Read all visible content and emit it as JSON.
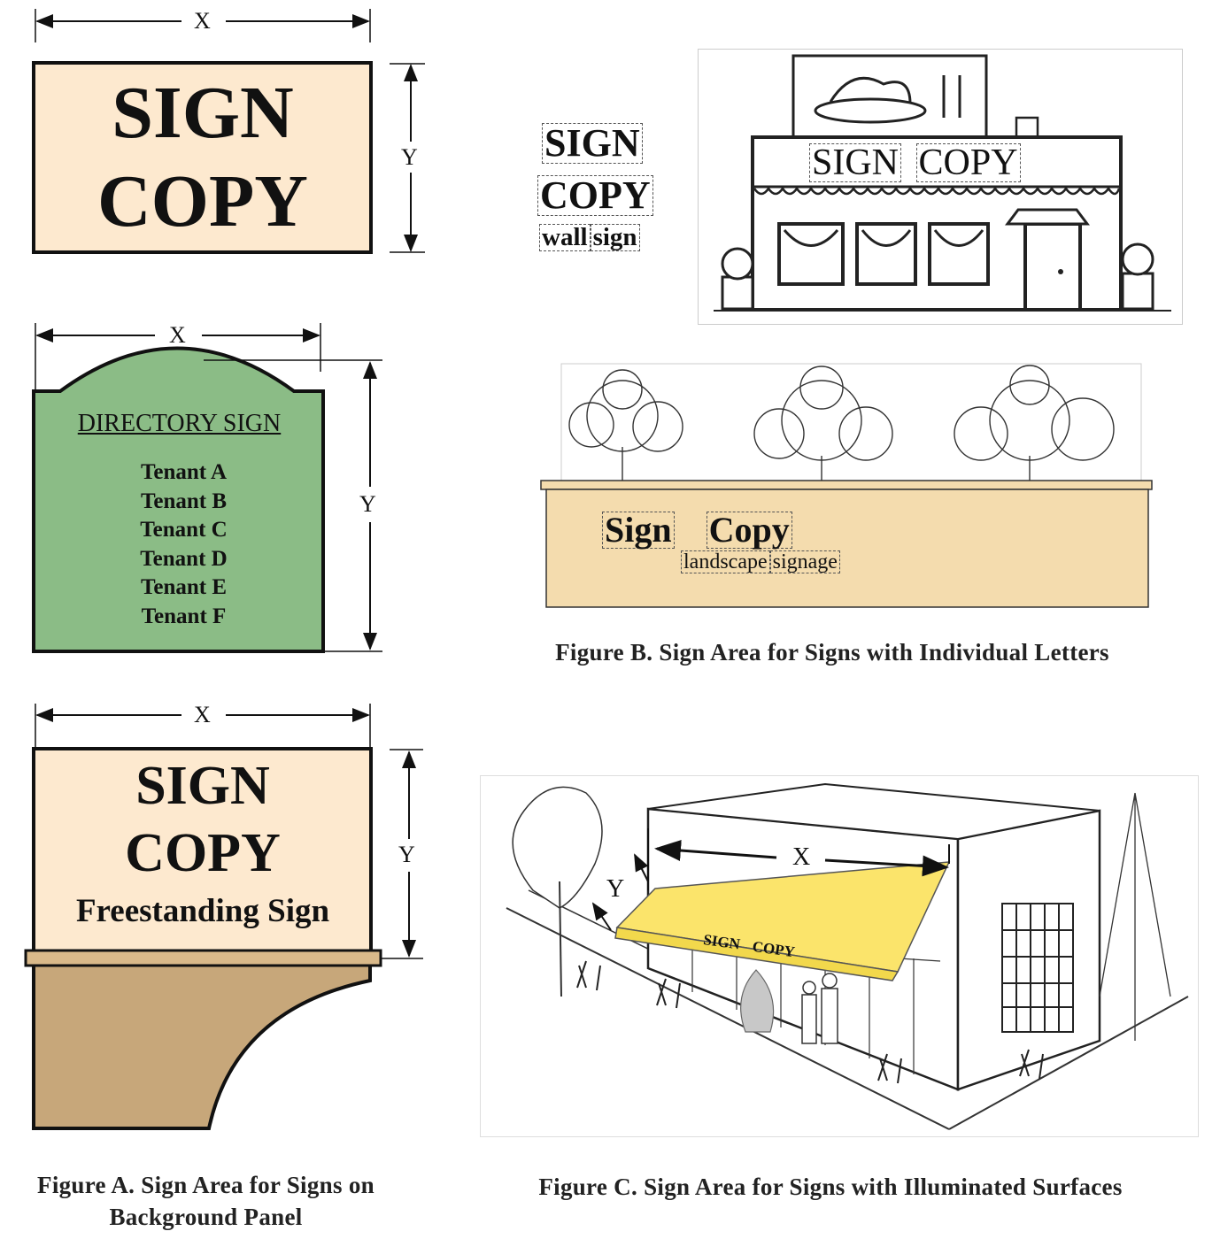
{
  "dimension_labels": {
    "width": "X",
    "height": "Y"
  },
  "panel_sign": {
    "line1": "SIGN",
    "line2": "COPY"
  },
  "directory_sign": {
    "title": "DIRECTORY SIGN",
    "tenants": [
      "Tenant A",
      "Tenant B",
      "Tenant C",
      "Tenant D",
      "Tenant E",
      "Tenant F"
    ]
  },
  "freestanding_sign": {
    "line1": "SIGN",
    "line2": "COPY",
    "line3": "Freestanding Sign"
  },
  "wall_sign": {
    "word1": "SIGN",
    "word2": "COPY",
    "word3": "wall",
    "word4": "sign"
  },
  "storefront": {
    "word1": "SIGN",
    "word2": "COPY"
  },
  "landscape_sign": {
    "word1": "Sign",
    "word2": "Copy",
    "word3": "landscape",
    "word4": "signage"
  },
  "awning": {
    "word1": "SIGN",
    "word2": "COPY"
  },
  "captions": {
    "figure_a_line1": "Figure A. Sign Area for Signs on",
    "figure_a_line2": "Background Panel",
    "figure_b": "Figure B. Sign Area for Signs with Individual Letters",
    "figure_c": "Figure C. Sign Area for Signs with Illuminated Surfaces"
  },
  "colors": {
    "panel_fill": "#fde9cf",
    "directory_fill": "#8bbc86",
    "base_fill": "#c7a77a",
    "planter_fill": "#f4dcae",
    "awning_fill": "#fbe46b"
  }
}
